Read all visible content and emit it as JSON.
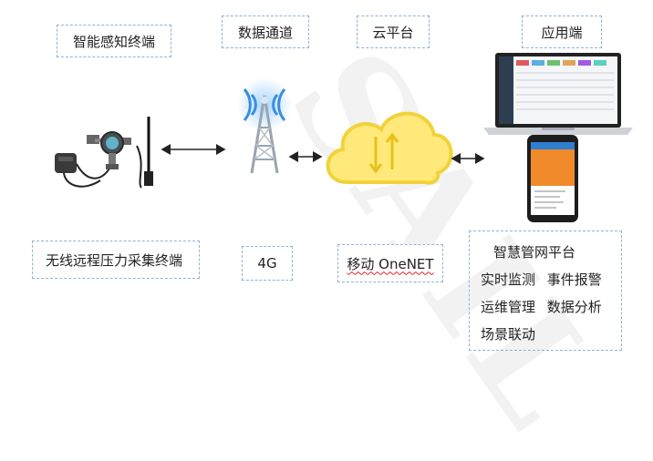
{
  "labels": {
    "terminal": "智能感知终端",
    "channel": "数据通道",
    "cloud": "云平台",
    "app": "应用端",
    "device": "无线远程压力采集终端",
    "network": "4G",
    "onenet": "移动 OneNET"
  },
  "app_panel": {
    "title": "智慧管网平台",
    "rows": [
      [
        "实时监测",
        "事件报警"
      ],
      [
        "运维管理",
        "数据分析"
      ],
      [
        "场景联动"
      ]
    ]
  },
  "watermark": "SAIL",
  "colors": {
    "box_border": "#8fb3d6",
    "cloud_fill": "#ffe97a",
    "cloud_stroke": "#f2d23a",
    "phone_screen": "#f08a2b",
    "tower_glow": "#3a8de0"
  }
}
